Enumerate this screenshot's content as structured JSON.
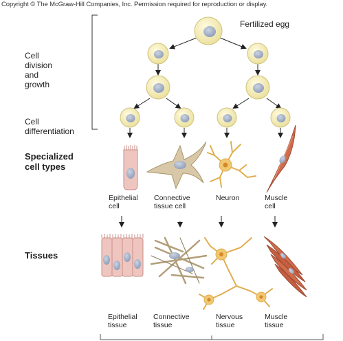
{
  "copyright": "Copyright © The McGraw-Hill Companies, Inc. Permission required for reproduction or display.",
  "fertilized_egg": "Fertilized egg",
  "side_labels": {
    "cell_division": [
      "Cell",
      "division",
      "and",
      "growth"
    ],
    "cell_differentiation": [
      "Cell",
      "differentiation"
    ],
    "specialized": [
      "Specialized",
      "cell types"
    ],
    "tissues": "Tissues"
  },
  "cell_types": [
    [
      "Epithelial",
      "cell"
    ],
    [
      "Connective",
      "tissue cell"
    ],
    [
      "Neuron"
    ],
    [
      "Muscle",
      "cell"
    ]
  ],
  "tissues": [
    [
      "Epithelial",
      "tissue"
    ],
    [
      "Connective",
      "tissue"
    ],
    [
      "Nervous",
      "tissue"
    ],
    [
      "Muscle",
      "tissue"
    ]
  ],
  "colors": {
    "cell_fill": "#f6efb6",
    "cell_stroke": "#cfc27a",
    "nucleus": "#a9b6cc",
    "epithelial": "#efc5c0",
    "connective": "#d8c8a8",
    "neuron": "#f1c872",
    "muscle": "#cf6c4c"
  }
}
